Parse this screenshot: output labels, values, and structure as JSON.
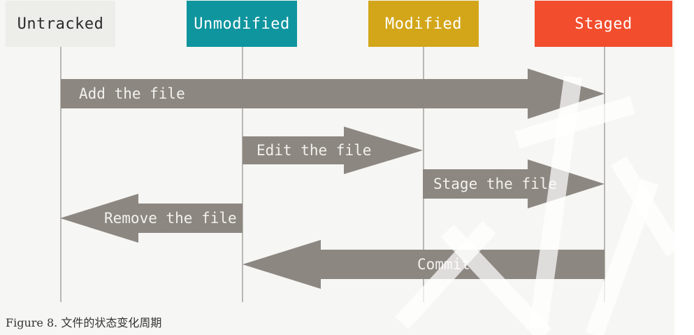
{
  "states": {
    "untracked": {
      "label": "Untracked",
      "bg": "#ededea",
      "fg": "#2c2c2c"
    },
    "unmodified": {
      "label": "Unmodified",
      "bg": "#0f959e",
      "fg": "#ffffff"
    },
    "modified": {
      "label": "Modified",
      "bg": "#d3a61a",
      "fg": "#ffffff"
    },
    "staged": {
      "label": "Staged",
      "bg": "#f24d2d",
      "fg": "#ffffff"
    }
  },
  "transitions": {
    "add": {
      "label": "Add the file",
      "from": "Untracked",
      "to": "Staged"
    },
    "edit": {
      "label": "Edit the file",
      "from": "Unmodified",
      "to": "Modified"
    },
    "stage": {
      "label": "Stage the file",
      "from": "Modified",
      "to": "Staged"
    },
    "remove": {
      "label": "Remove the file",
      "from": "Unmodified",
      "to": "Untracked"
    },
    "commit": {
      "label": "Commit",
      "from": "Staged",
      "to": "Unmodified"
    }
  },
  "arrow_color": "#8d8781",
  "caption": "Figure 8. 文件的状态变化周期"
}
